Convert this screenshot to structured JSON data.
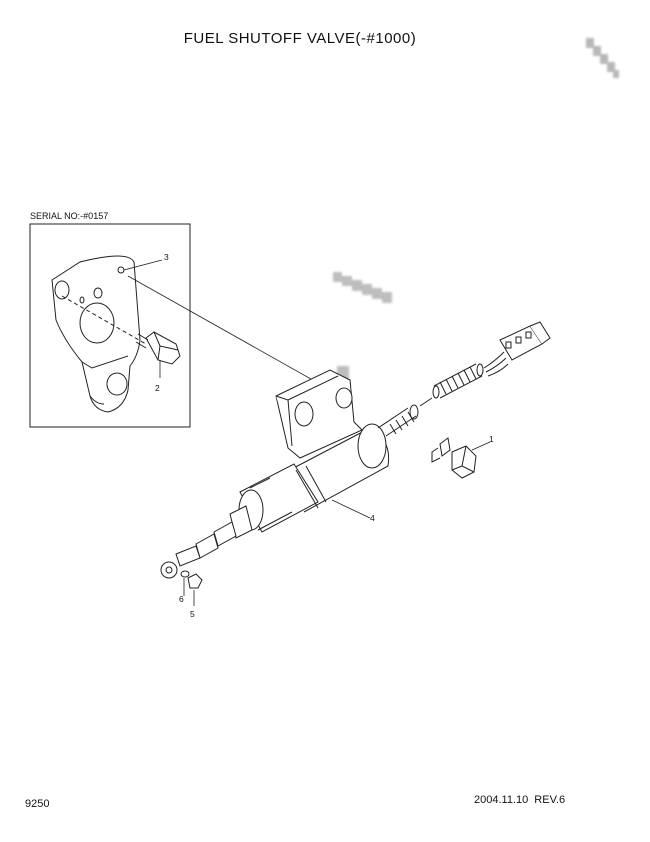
{
  "header": {
    "title": "FUEL SHUTOFF VALVE(-#1000)"
  },
  "inset": {
    "serial_label": "SERIAL NO:-#0157"
  },
  "callouts": {
    "c1": "1",
    "c2": "2",
    "c3": "3",
    "c4": "4",
    "c5": "5",
    "c6": "6"
  },
  "footer": {
    "page_number": "9250",
    "date_revision": "2004.11.10  REV.6"
  }
}
